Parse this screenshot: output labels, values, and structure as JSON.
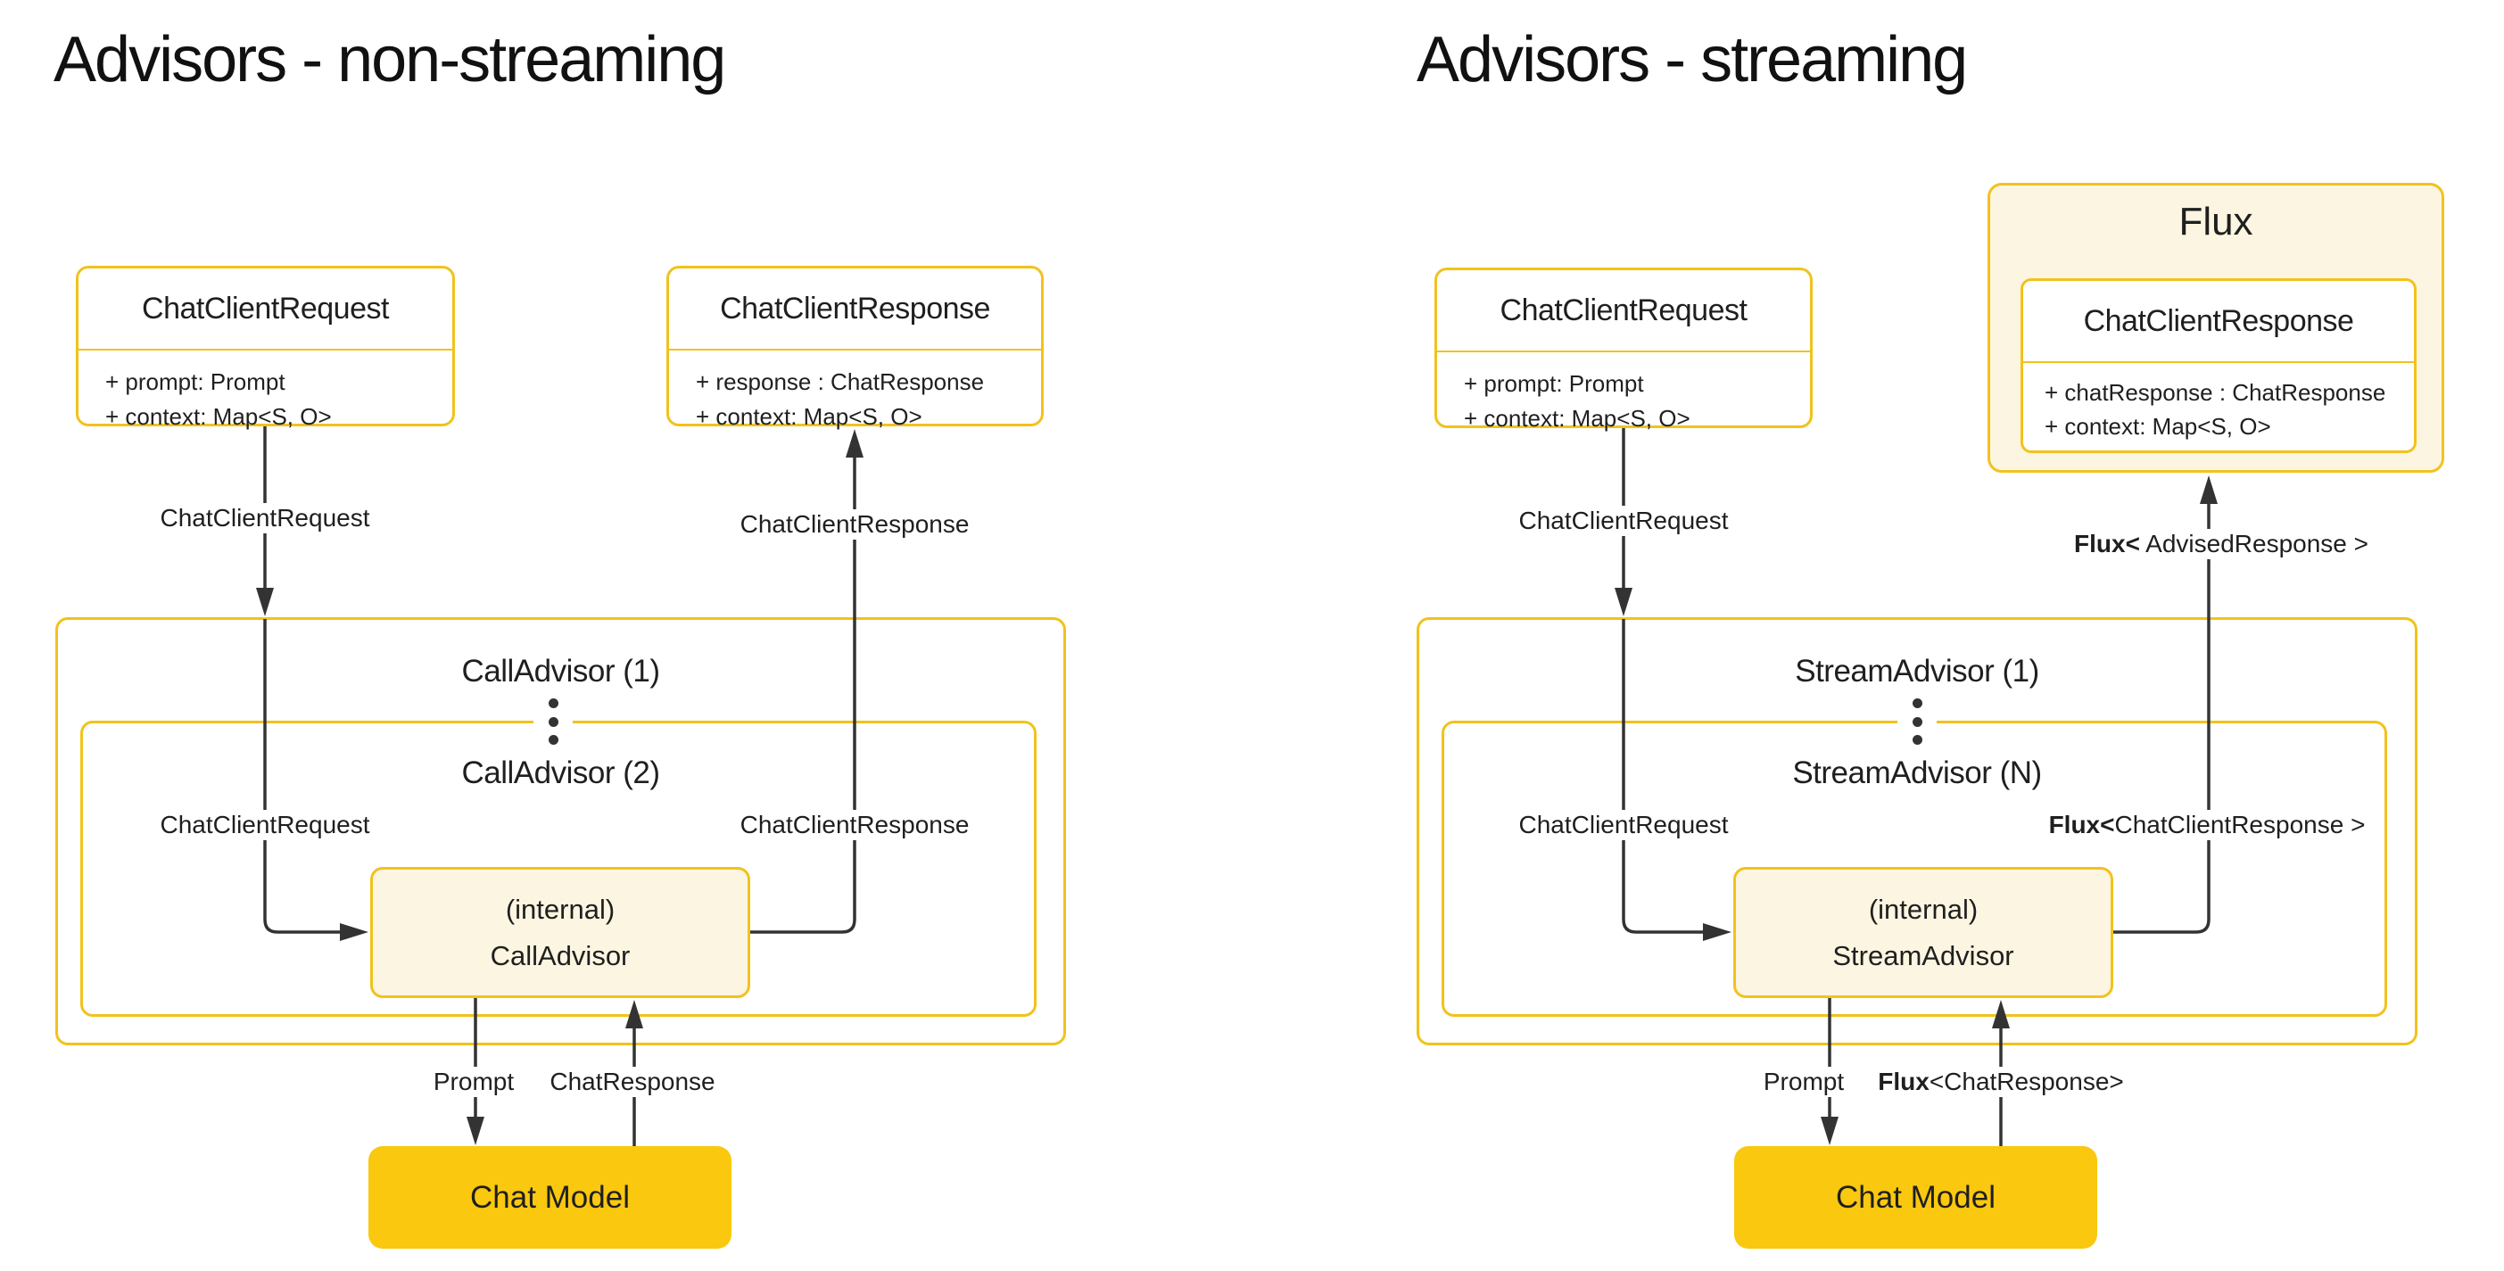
{
  "colors": {
    "gold_border": "#F2C21C",
    "gold_fill": "#F9C80F",
    "cream_fill": "#FBF5E1",
    "line_color": "#333333",
    "text_color": "#1F1F1F",
    "bg": "#FFFFFF"
  },
  "left": {
    "title": "Advisors - non-streaming",
    "request_class": {
      "title": "ChatClientRequest",
      "attributes": [
        "+ prompt: Prompt",
        "+ context: Map<S, O>"
      ]
    },
    "response_class": {
      "title": "ChatClientResponse",
      "attributes": [
        "+ response : ChatResponse",
        "+ context: Map<S, O>"
      ]
    },
    "outer_label": "CallAdvisor (1)",
    "inner_label": "CallAdvisor (2)",
    "internal_node": {
      "line1": "(internal)",
      "line2": "CallAdvisor"
    },
    "chat_model_label": "Chat Model",
    "edges": {
      "request_in": "ChatClientRequest",
      "response_out": "ChatClientResponse",
      "request_inner": "ChatClientRequest",
      "response_inner": "ChatClientResponse",
      "prompt": "Prompt",
      "chat_response": "ChatResponse"
    }
  },
  "right": {
    "title": "Advisors - streaming",
    "request_class": {
      "title": "ChatClientRequest",
      "attributes": [
        "+ prompt: Prompt",
        "+ context: Map<S, O>"
      ]
    },
    "flux_label": "Flux",
    "response_class": {
      "title": "ChatClientResponse",
      "attributes": [
        "+ chatResponse : ChatResponse",
        "+ context: Map<S, O>"
      ]
    },
    "outer_label": "StreamAdvisor (1)",
    "inner_label": "StreamAdvisor (N)",
    "internal_node": {
      "line1": "(internal)",
      "line2": "StreamAdvisor"
    },
    "chat_model_label": "Chat Model",
    "edges": {
      "request_in": "ChatClientRequest",
      "advised_bold": "Flux<",
      "advised_rest": " AdvisedResponse >",
      "request_inner": "ChatClientRequest",
      "flux_ccr_bold": "Flux<",
      "flux_ccr_rest": "ChatClientResponse >",
      "prompt": "Prompt",
      "flux_cr_bold": "Flux",
      "flux_cr_rest": "<ChatResponse>"
    }
  }
}
